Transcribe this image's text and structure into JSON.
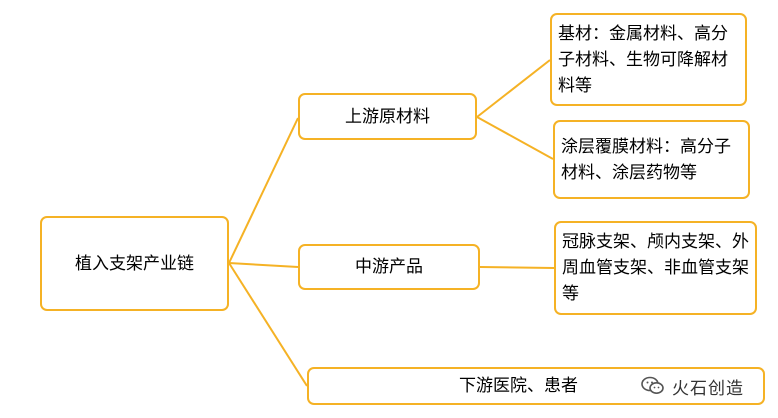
{
  "colors": {
    "accent": "#F5B225",
    "text": "#000000"
  },
  "root": {
    "label": "植入支架产业链"
  },
  "branches": {
    "upstream": {
      "label": "上游原材料",
      "leaves": [
        "基材：金属材料、高分子材料、生物可降解材料等",
        "涂层覆膜材料：高分子材料、涂层药物等"
      ]
    },
    "midstream": {
      "label": "中游产品",
      "leaves": [
        "冠脉支架、颅内支架、外周血管支架、非血管支架等"
      ]
    },
    "downstream": {
      "label": "下游医院、患者"
    }
  },
  "watermark": {
    "text": "火石创造",
    "icon": "wechat-icon"
  }
}
